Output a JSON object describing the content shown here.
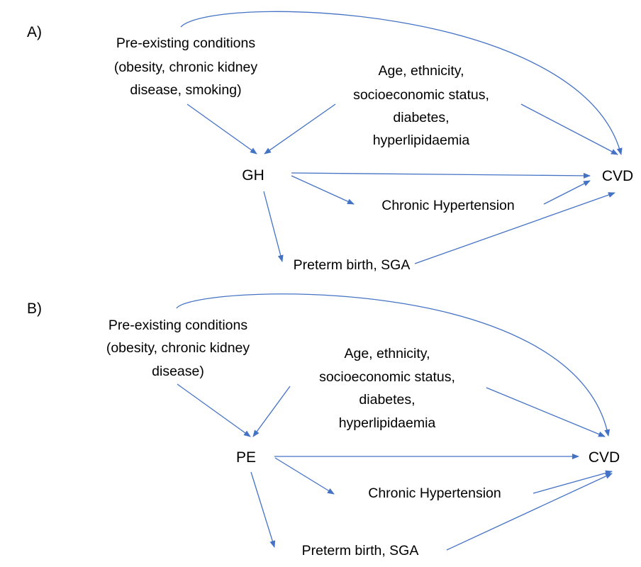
{
  "colors": {
    "arrow": "#4472c4",
    "text": "#000000",
    "background": "#ffffff"
  },
  "panel_a": {
    "label": "A)",
    "preexisting": [
      "Pre-existing conditions",
      "(obesity, chronic kidney",
      "disease, smoking)"
    ],
    "confounders": [
      "Age, ethnicity,",
      "socioeconomic status,",
      "diabetes,",
      "hyperlipidaemia"
    ],
    "exposure": "GH",
    "outcome": "CVD",
    "mediator_hypertension": "Chronic Hypertension",
    "mediator_birth": "Preterm birth, SGA"
  },
  "panel_b": {
    "label": "B)",
    "preexisting": [
      "Pre-existing conditions",
      "(obesity, chronic kidney",
      "disease)"
    ],
    "confounders": [
      "Age, ethnicity,",
      "socioeconomic status,",
      "diabetes,",
      "hyperlipidaemia"
    ],
    "exposure": "PE",
    "outcome": "CVD",
    "mediator_hypertension": "Chronic Hypertension",
    "mediator_birth": "Preterm birth, SGA"
  }
}
